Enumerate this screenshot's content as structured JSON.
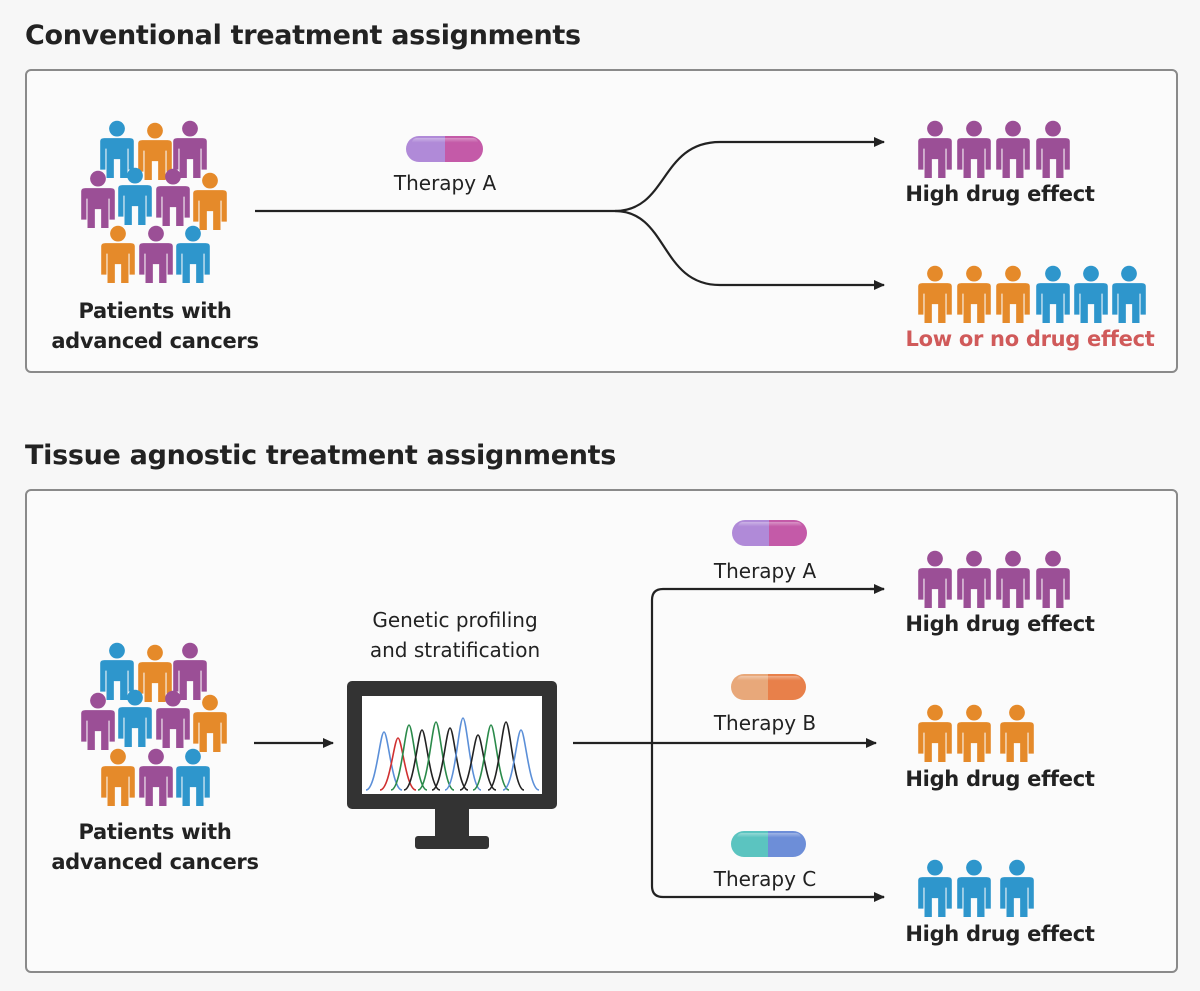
{
  "conventional": {
    "title": "Conventional treatment assignments",
    "patients_label_line1": "Patients with",
    "patients_label_line2": "advanced cancers",
    "therapy_label": "Therapy A",
    "high_effect_label": "High drug effect",
    "low_effect_label": "Low or no drug effect"
  },
  "agnostic": {
    "title": "Tissue agnostic treatment assignments",
    "patients_label_line1": "Patients with",
    "patients_label_line2": "advanced cancers",
    "profiling_label_line1": "Genetic profiling",
    "profiling_label_line2": "and stratification",
    "therapies": [
      {
        "label": "Therapy A",
        "effect": "High drug effect"
      },
      {
        "label": "Therapy B",
        "effect": "High drug effect"
      },
      {
        "label": "Therapy C",
        "effect": "High drug effect"
      }
    ]
  },
  "colors": {
    "purple": "#9b4f96",
    "orange": "#e58a2a",
    "blue": "#2e96cc",
    "low_effect_text": "#d05a5a",
    "pill_a": [
      "#b08ad8",
      "#c45aa8"
    ],
    "pill_b": [
      "#e8a87a",
      "#e8804a"
    ],
    "pill_c": [
      "#5bc4c0",
      "#6d8ed8"
    ],
    "monitor_frame": "#333333"
  },
  "icons": [
    "person-icon",
    "pill-icon",
    "monitor-icon",
    "arrow-icon"
  ]
}
